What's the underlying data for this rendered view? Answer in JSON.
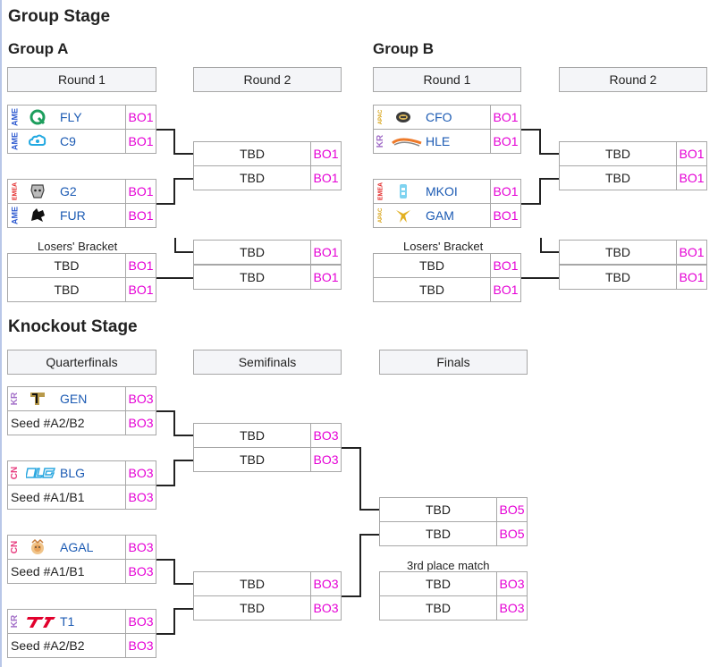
{
  "group_stage": {
    "title": "Group Stage",
    "groups": [
      {
        "title": "Group A",
        "round1_label": "Round 1",
        "round2_label": "Round 2",
        "losers_label": "Losers' Bracket",
        "r1_match1": [
          {
            "region": "AME",
            "logo": "fly-logo",
            "team": "FLY",
            "score": "BO1"
          },
          {
            "region": "AME",
            "logo": "c9-logo",
            "team": "C9",
            "score": "BO1"
          }
        ],
        "r1_match2": [
          {
            "region": "EMEA",
            "logo": "g2-logo",
            "team": "G2",
            "score": "BO1"
          },
          {
            "region": "AME",
            "logo": "fur-logo",
            "team": "FUR",
            "score": "BO1"
          }
        ],
        "losers_match": [
          {
            "team": "TBD",
            "score": "BO1"
          },
          {
            "team": "TBD",
            "score": "BO1"
          }
        ],
        "r2_match1": [
          {
            "team": "TBD",
            "score": "BO1"
          },
          {
            "team": "TBD",
            "score": "BO1"
          }
        ],
        "r2_match2": [
          {
            "team": "TBD",
            "score": "BO1"
          },
          {
            "team": "TBD",
            "score": "BO1"
          }
        ]
      },
      {
        "title": "Group B",
        "round1_label": "Round 1",
        "round2_label": "Round 2",
        "losers_label": "Losers' Bracket",
        "r1_match1": [
          {
            "region": "APAC",
            "logo": "cfo-logo",
            "team": "CFO",
            "score": "BO1"
          },
          {
            "region": "KR",
            "logo": "hle-logo",
            "team": "HLE",
            "score": "BO1"
          }
        ],
        "r1_match2": [
          {
            "region": "EMEA",
            "logo": "mkoi-logo",
            "team": "MKOI",
            "score": "BO1"
          },
          {
            "region": "APAC",
            "logo": "gam-logo",
            "team": "GAM",
            "score": "BO1"
          }
        ],
        "losers_match": [
          {
            "team": "TBD",
            "score": "BO1"
          },
          {
            "team": "TBD",
            "score": "BO1"
          }
        ],
        "r2_match1": [
          {
            "team": "TBD",
            "score": "BO1"
          },
          {
            "team": "TBD",
            "score": "BO1"
          }
        ],
        "r2_match2": [
          {
            "team": "TBD",
            "score": "BO1"
          },
          {
            "team": "TBD",
            "score": "BO1"
          }
        ]
      }
    ]
  },
  "knockout_stage": {
    "title": "Knockout Stage",
    "qf_label": "Quarterfinals",
    "sf_label": "Semifinals",
    "final_label": "Finals",
    "third_place_label": "3rd place match",
    "qf": [
      [
        {
          "region": "KR",
          "logo": "gen-logo",
          "team": "GEN",
          "score": "BO3"
        },
        {
          "team": "Seed #A2/B2",
          "score": "BO3"
        }
      ],
      [
        {
          "region": "CN",
          "logo": "blg-logo",
          "team": "BLG",
          "score": "BO3"
        },
        {
          "team": "Seed #A1/B1",
          "score": "BO3"
        }
      ],
      [
        {
          "region": "CN",
          "logo": "agal-logo",
          "team": "AGAL",
          "score": "BO3"
        },
        {
          "team": "Seed #A1/B1",
          "score": "BO3"
        }
      ],
      [
        {
          "region": "KR",
          "logo": "t1-logo",
          "team": "T1",
          "score": "BO3"
        },
        {
          "team": "Seed #A2/B2",
          "score": "BO3"
        }
      ]
    ],
    "sf": [
      [
        {
          "team": "TBD",
          "score": "BO3"
        },
        {
          "team": "TBD",
          "score": "BO3"
        }
      ],
      [
        {
          "team": "TBD",
          "score": "BO3"
        },
        {
          "team": "TBD",
          "score": "BO3"
        }
      ]
    ],
    "final": [
      {
        "team": "TBD",
        "score": "BO5"
      },
      {
        "team": "TBD",
        "score": "BO5"
      }
    ],
    "third_place": [
      {
        "team": "TBD",
        "score": "BO3"
      },
      {
        "team": "TBD",
        "score": "BO3"
      }
    ]
  },
  "colors": {
    "score_text": "#e500d5",
    "team_link": "#1b5ab3",
    "ame": "#2f5bd0",
    "emea": "#e32b2b",
    "apac": "#d8a418",
    "kr": "#a471c9",
    "cn": "#e73c7e"
  }
}
